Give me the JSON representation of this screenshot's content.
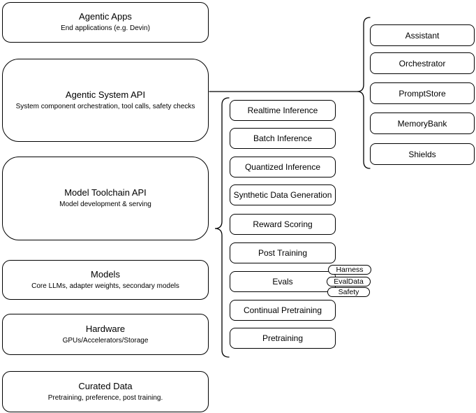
{
  "layers": [
    {
      "title": "Agentic Apps",
      "subtitle": "End applications (e.g. Devin)"
    },
    {
      "title": "Agentic System API",
      "subtitle": "System component orchestration, tool calls, safety checks"
    },
    {
      "title": "Model Toolchain API",
      "subtitle": "Model development & serving"
    },
    {
      "title": "Models",
      "subtitle": "Core LLMs, adapter weights, secondary models"
    },
    {
      "title": "Hardware",
      "subtitle": "GPUs/Accelerators/Storage"
    },
    {
      "title": "Curated Data",
      "subtitle": "Pretraining, preference, post training."
    }
  ],
  "toolchain_capabilities": [
    {
      "label": "Realtime Inference"
    },
    {
      "label": "Batch Inference"
    },
    {
      "label": "Quantized Inference"
    },
    {
      "label": "Synthetic Data Generation"
    },
    {
      "label": "Reward Scoring"
    },
    {
      "label": "Post Training"
    },
    {
      "label": "Evals"
    },
    {
      "label": "Continual Pretraining"
    },
    {
      "label": "Pretraining"
    }
  ],
  "eval_tags": [
    {
      "label": "Harness"
    },
    {
      "label": "EvalData"
    },
    {
      "label": "Safety"
    }
  ],
  "system_components": [
    {
      "label": "Assistant"
    },
    {
      "label": "Orchestrator"
    },
    {
      "label": "PromptStore"
    },
    {
      "label": "MemoryBank"
    },
    {
      "label": "Shields"
    }
  ],
  "colors": {
    "stroke": "#000000",
    "fill": "#ffffff",
    "background": "#ffffff"
  }
}
